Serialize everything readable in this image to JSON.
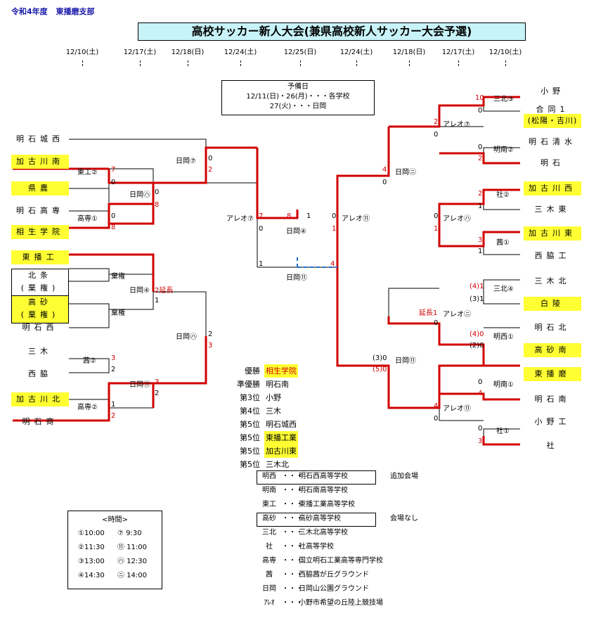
{
  "header": {
    "era": "令和4年度",
    "region": "東播磨支部"
  },
  "title": "高校サッカー新人大会(兼県高校新人サッカー大会予選)",
  "dates": [
    "12/10(土)",
    "12/17(土)",
    "12/18(日)",
    "12/24(土)",
    "12/25(日)",
    "12/24(土)",
    "12/18(日)",
    "12/17(土)",
    "12/10(土)"
  ],
  "note": {
    "l1": "予備日",
    "l2": "12/11(日)・26(月)・・・各学校",
    "l3": "27(火)・・・日岡"
  },
  "left_teams": [
    "明石城西",
    "加古川南",
    "県農",
    "明石高専",
    "相生学院",
    "東播工",
    "北条\n(棄権)",
    "高砂\n(棄権)",
    "明石西",
    "三木",
    "西脇",
    "加古川北",
    "明石商"
  ],
  "right_teams": [
    "小野",
    "合同1",
    "(松陽・吉川)",
    "明石清水",
    "明石",
    "加古川西",
    "三木東",
    "加古川東",
    "西脇工",
    "三木北",
    "白陵",
    "明石北",
    "高砂南",
    "東播磨",
    "明石南",
    "小野工",
    "社"
  ],
  "venues": {
    "l1a": "東工②",
    "l1b": "高専①",
    "l1c": "棄権",
    "l1d": "棄権",
    "l1e": "茜②",
    "l1f": "高専②",
    "l2a": "日岡⑦",
    "l2b": "日岡㋩",
    "l2c": "日岡④",
    "l2d": "日岡㋩",
    "l2e": "日岡⑪",
    "l3a": "日岡⑦",
    "l3b": "日岡㋩",
    "sf_l": "アレオ⑦",
    "final": "日岡④",
    "third": "日岡⑪",
    "sf_r": "アレオ⑪",
    "r1a": "三北③",
    "r1b": "明南②",
    "r1c": "社②",
    "r1d": "茜①",
    "r1e": "三北④",
    "r1f": "明西①",
    "r1g": "明南①",
    "r1h": "社①",
    "r2a": "アレオ⑦",
    "r2b": "アレオ㋩",
    "r2c": "アレオ㋥",
    "r2d": "アレオ⑪",
    "r3a": "日岡㋥",
    "r3b": "日岡⑪"
  },
  "scores": {
    "l_a1": "7",
    "l_a2": "0",
    "l_b1": "0",
    "l_b2": "8",
    "l_c": "棄権",
    "l_e1": "3",
    "l_e2": "2",
    "l_f1": "1",
    "l_f2": "2",
    "l2_a1": "0",
    "l2_a2": "2",
    "l2_b1": "0",
    "l2_b2": "8",
    "l2_c1": "2延長",
    "l2_c2": "1",
    "l2_d1": "2",
    "l2_d2": "3",
    "l2_e1": "3",
    "l2_e2": "2",
    "sf_l1": "7",
    "sf_l2": "0",
    "final_l": "8",
    "final_r": "1",
    "final_l2": "0",
    "final_r2": "1",
    "third_l": "1",
    "third_r": "4",
    "sf_r1": "0",
    "sf_r2": "1",
    "r3_a1": "4",
    "r3_a2": "0",
    "r3_b1": "(3)0",
    "r3_b2": "(5)0",
    "r2_a1": "2",
    "r2_a2": "0",
    "r2_b1": "0",
    "r2_b2": "1",
    "r2_c1": "延長1",
    "r2_c2": "0",
    "r2_d1": "4",
    "r2_d2": "0",
    "r1_a1": "10",
    "r1_a2": "0",
    "r1_b1": "0",
    "r1_b2": "2",
    "r1_c1": "2",
    "r1_c2": "1",
    "r1_d1": "3",
    "r1_d2": "1",
    "r1_e1": "(4)1",
    "r1_e2": "(3)1",
    "r1_f1": "(4)0",
    "r1_f2": "(2)0",
    "r1_g1": "0",
    "r1_g2": "4",
    "r1_h1": "0",
    "r1_h2": "3"
  },
  "results": [
    {
      "k": "優勝",
      "v": "相生学院",
      "hl": true
    },
    {
      "k": "準優勝",
      "v": "明石南",
      "hl": false
    },
    {
      "k": "第3位",
      "v": "小野",
      "hl": false
    },
    {
      "k": "第4位",
      "v": "三木",
      "hl": false
    },
    {
      "k": "第5位",
      "v": "明石城西",
      "hl": false
    },
    {
      "k": "第5位",
      "v": "東播工業",
      "hl": true
    },
    {
      "k": "第5位",
      "v": "加古川東",
      "hl": true
    },
    {
      "k": "第5位",
      "v": "三木北",
      "hl": false
    }
  ],
  "abbr": [
    {
      "a": "明西",
      "d": "・・・",
      "f": "明石西高等学校",
      "x": "追加会場",
      "box": true
    },
    {
      "a": "明南",
      "d": "・・・",
      "f": "明石南高等学校",
      "x": "",
      "box": false
    },
    {
      "a": "東工",
      "d": "・・・",
      "f": "東播工業高等学校",
      "x": "",
      "box": false
    },
    {
      "a": "高砂",
      "d": "・・・",
      "f": "高砂高等学校",
      "x": "会場なし",
      "box": true
    },
    {
      "a": "三北",
      "d": "・・・",
      "f": "三木北高等学校",
      "x": "",
      "box": false
    },
    {
      "a": "社",
      "d": "・・・",
      "f": "社高等学校",
      "x": "",
      "box": false
    },
    {
      "a": "高専",
      "d": "・・・",
      "f": "国立明石工業高等専門学校",
      "x": "",
      "box": false
    },
    {
      "a": "茜",
      "d": "・・・",
      "f": "西脇茜が丘グラウンド",
      "x": "",
      "box": false
    },
    {
      "a": "日岡",
      "d": "・・・",
      "f": "日岡山公園グラウンド",
      "x": "",
      "box": false
    },
    {
      "a": "ｱﾚｵ",
      "d": "・・・",
      "f": "小野市希望の丘陸上競技場",
      "x": "",
      "box": false
    }
  ],
  "times": {
    "header": "<時間>",
    "r1a": "①10:00",
    "r1b": "⑦ 9:30",
    "r2a": "②11:30",
    "r2b": "⑪ 11:00",
    "r3a": "③13:00",
    "r3b": "㋩ 12:30",
    "r4a": "④14:30",
    "r4b": "㋥ 14:00"
  },
  "colors": {
    "win_line": "#d00000",
    "highlight": "#ffff33",
    "title_bg": "#c8f3f8"
  }
}
